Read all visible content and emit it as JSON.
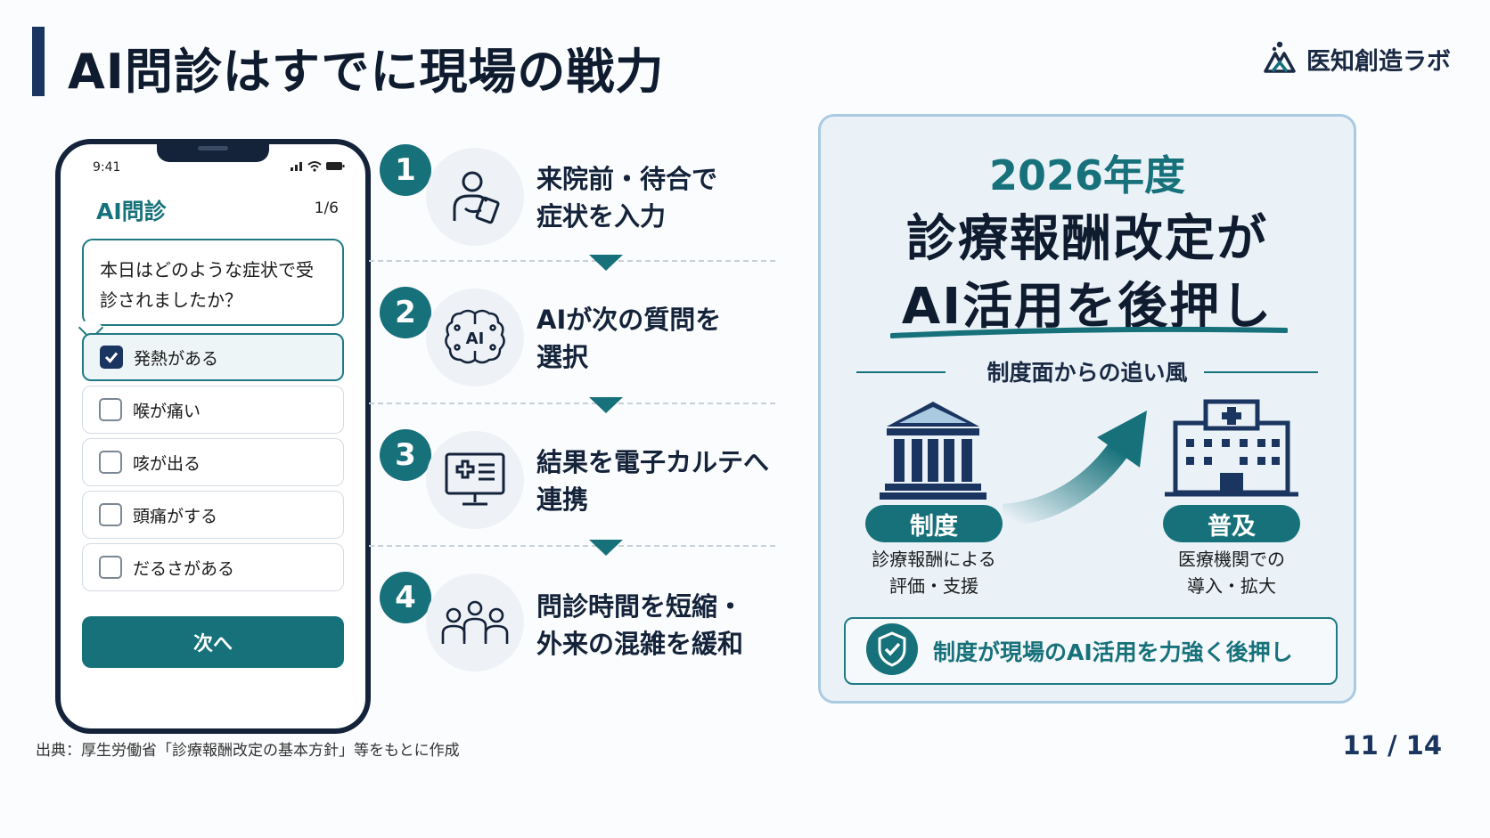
{
  "header": {
    "title": "AI問診はすでに現場の戦力",
    "logo_text": "医知創造ラボ"
  },
  "phone": {
    "time": "9:41",
    "app_title": "AI問診",
    "progress": "1/6",
    "question": "本日はどのような症状で受診されましたか？",
    "options": [
      {
        "label": "発熱がある",
        "checked": true
      },
      {
        "label": "喉が痛い",
        "checked": false
      },
      {
        "label": "咳が出る",
        "checked": false
      },
      {
        "label": "頭痛がする",
        "checked": false
      },
      {
        "label": "だるさがある",
        "checked": false
      }
    ],
    "next_label": "次へ"
  },
  "steps": [
    {
      "number": "1",
      "icon": "person-tablet-icon",
      "text": "来院前・待合で\n症状を入力"
    },
    {
      "number": "2",
      "icon": "ai-brain-icon",
      "text": "AIが次の質問を\n選択"
    },
    {
      "number": "3",
      "icon": "medical-monitor-icon",
      "text": "結果を電子カルテへ\n連携"
    },
    {
      "number": "4",
      "icon": "people-group-icon",
      "text": "問診時間を短縮・\n外来の混雑を緩和"
    }
  ],
  "panel": {
    "year": "2026年度",
    "headline_line1": "診療報酬改定が",
    "headline_line2": "AI活用を後押し",
    "sub_heading": "制度面からの追い風",
    "left_pill": "制度",
    "left_caption": "診療報酬による\n評価・支援",
    "right_pill": "普及",
    "right_caption": "医療機関での\n導入・拡大",
    "banner": "制度が現場のAI活用を力強く後押し"
  },
  "footer": {
    "source": "出典：厚生労働省「診療報酬改定の基本方針」等をもとに作成",
    "page": "11 / 14"
  },
  "colors": {
    "accent": "#17717a",
    "navy": "#1b3561",
    "panel_bg": "#eaf2f8"
  }
}
